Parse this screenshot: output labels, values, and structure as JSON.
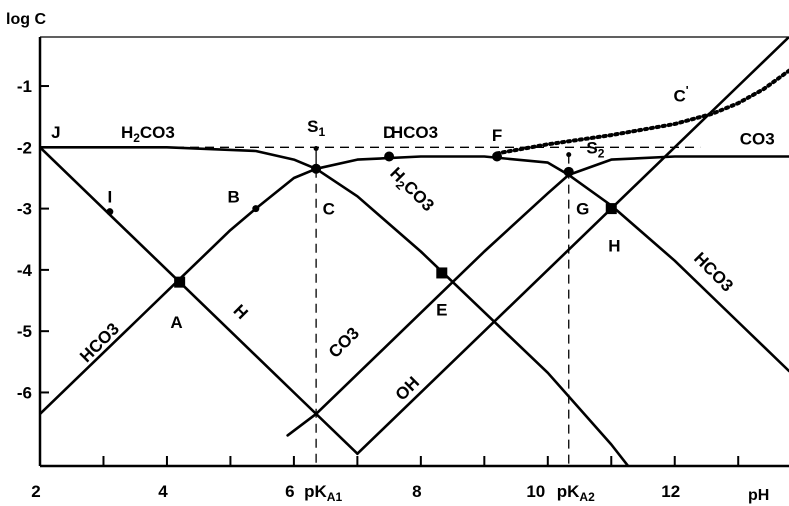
{
  "chart_data": {
    "type": "line",
    "title": "",
    "xlabel": "pH",
    "ylabel": "log C",
    "xlim": [
      2,
      13.8
    ],
    "ylim": [
      -7.2,
      -0.2
    ],
    "x_ticks": [
      2,
      4,
      6,
      8,
      10,
      12
    ],
    "x_minor_ticks": [
      3,
      5,
      7,
      9,
      11,
      13
    ],
    "y_ticks": [
      -1,
      -2,
      -3,
      -4,
      -5,
      -6
    ],
    "pKa_labels": {
      "pKa1": "pKA1",
      "pKa2": "pKA2"
    },
    "series": [
      {
        "name": "H2CO3",
        "points": [
          [
            2,
            -2.0
          ],
          [
            4,
            -2.0
          ],
          [
            5.4,
            -2.06
          ],
          [
            6.0,
            -2.2
          ],
          [
            6.35,
            -2.35
          ],
          [
            7.0,
            -2.8
          ],
          [
            8.0,
            -3.7
          ],
          [
            9.0,
            -4.69
          ],
          [
            10.0,
            -5.68
          ],
          [
            11.0,
            -6.85
          ],
          [
            11.4,
            -7.38
          ]
        ]
      },
      {
        "name": "HCO3",
        "points": [
          [
            2,
            -6.35
          ],
          [
            3.5,
            -4.85
          ],
          [
            4.2,
            -4.15
          ],
          [
            5.0,
            -3.35
          ],
          [
            5.4,
            -3.0
          ],
          [
            6.0,
            -2.5
          ],
          [
            6.35,
            -2.35
          ],
          [
            7.0,
            -2.2
          ],
          [
            8.0,
            -2.15
          ],
          [
            9.0,
            -2.15
          ],
          [
            10.0,
            -2.25
          ],
          [
            10.33,
            -2.45
          ],
          [
            11.0,
            -2.95
          ],
          [
            12.0,
            -3.85
          ],
          [
            13.0,
            -4.85
          ],
          [
            13.8,
            -5.65
          ]
        ]
      },
      {
        "name": "CO3",
        "points": [
          [
            5.9,
            -6.7
          ],
          [
            6.35,
            -6.35
          ],
          [
            7.0,
            -5.7
          ],
          [
            8.0,
            -4.7
          ],
          [
            9.0,
            -3.7
          ],
          [
            10.0,
            -2.75
          ],
          [
            10.33,
            -2.45
          ],
          [
            11.0,
            -2.2
          ],
          [
            12.0,
            -2.15
          ],
          [
            13.8,
            -2.15
          ]
        ]
      },
      {
        "name": "H",
        "points": [
          [
            2,
            -2.0
          ],
          [
            4.2,
            -4.2
          ],
          [
            6.0,
            -6.0
          ],
          [
            7.0,
            -7.0
          ]
        ]
      },
      {
        "name": "OH",
        "points": [
          [
            7.0,
            -7.0
          ],
          [
            9.0,
            -5.0
          ],
          [
            11.0,
            -3.0
          ],
          [
            12.0,
            -2.0
          ],
          [
            13.0,
            -1.0
          ],
          [
            13.8,
            -0.2
          ]
        ]
      },
      {
        "name": "C'",
        "dashed": true,
        "points": [
          [
            9.2,
            -2.1
          ],
          [
            10.0,
            -1.95
          ],
          [
            11.0,
            -1.8
          ],
          [
            12.0,
            -1.62
          ],
          [
            12.6,
            -1.45
          ],
          [
            13.0,
            -1.28
          ],
          [
            13.4,
            -1.05
          ],
          [
            13.8,
            -0.75
          ]
        ]
      }
    ],
    "curve_labels": [
      {
        "text": "H2CO3",
        "x": 3.7,
        "y": -1.85,
        "rotate": 0
      },
      {
        "text": "HCO3",
        "x": 7.9,
        "y": -1.85,
        "rotate": 0
      },
      {
        "text": "H2CO3",
        "x": 7.8,
        "y": -2.75,
        "rotate": 45
      },
      {
        "text": "HCO3",
        "x": 3.0,
        "y": -5.25,
        "rotate": -45
      },
      {
        "text": "H",
        "x": 5.1,
        "y": -4.75,
        "rotate": 45
      },
      {
        "text": "CO3",
        "x": 6.85,
        "y": -5.25,
        "rotate": -45
      },
      {
        "text": "OH",
        "x": 7.85,
        "y": -6.0,
        "rotate": -45
      },
      {
        "text": "HCO3",
        "x": 12.55,
        "y": -4.1,
        "rotate": 45
      },
      {
        "text": "CO3",
        "x": 13.3,
        "y": -1.95,
        "rotate": 0
      },
      {
        "text": "C'",
        "x": 12.1,
        "y": -1.25,
        "rotate": 0
      }
    ],
    "points": [
      {
        "label": "A",
        "x": 4.2,
        "y": -4.2,
        "marker": "square",
        "lx": 4.15,
        "ly": -4.85
      },
      {
        "label": "B",
        "x": 5.4,
        "y": -3.0,
        "marker": "dot",
        "lx": 5.05,
        "ly": -2.8
      },
      {
        "label": "C",
        "x": 6.35,
        "y": -2.35,
        "marker": "dot-large",
        "lx": 6.55,
        "ly": -3.0
      },
      {
        "label": "D",
        "x": 7.5,
        "y": -2.15,
        "marker": "dot-large",
        "lx": 7.5,
        "ly": -1.75
      },
      {
        "label": "E",
        "x": 8.33,
        "y": -4.05,
        "marker": "square",
        "lx": 8.33,
        "ly": -4.65
      },
      {
        "label": "F",
        "x": 9.2,
        "y": -2.15,
        "marker": "dot-large",
        "lx": 9.2,
        "ly": -1.8
      },
      {
        "label": "G",
        "x": 10.33,
        "y": -2.4,
        "marker": "dot-large",
        "lx": 10.55,
        "ly": -3.0
      },
      {
        "label": "H",
        "x": 11.0,
        "y": -3.0,
        "marker": "square",
        "lx": 11.05,
        "ly": -3.6
      },
      {
        "label": "I",
        "x": 3.1,
        "y": -3.05,
        "marker": "dot",
        "lx": 3.1,
        "ly": -2.8
      },
      {
        "label": "J",
        "x": 2.0,
        "y": -2.0,
        "marker": "none",
        "lx": 2.25,
        "ly": -1.75
      },
      {
        "label": "S1",
        "x": 6.35,
        "y": -2.02,
        "marker": "tiny",
        "lx": 6.35,
        "ly": -1.65
      },
      {
        "label": "S2",
        "x": 10.33,
        "y": -2.12,
        "marker": "tiny",
        "lx": 10.75,
        "ly": -2.0
      }
    ],
    "guides": [
      {
        "x1": 2.0,
        "y1": -2.0,
        "x2": 12.4,
        "y2": -2.0,
        "dashed": true
      },
      {
        "x1": 6.35,
        "y1": -2.35,
        "x2": 6.35,
        "y2": -7.2,
        "dashed": true
      },
      {
        "x1": 10.33,
        "y1": -2.12,
        "x2": 10.33,
        "y2": -7.2,
        "dashed": true
      },
      {
        "x1": 6.35,
        "y1": -2.02,
        "x2": 6.35,
        "y2": -2.35,
        "dashed": false
      }
    ],
    "grid": false,
    "legend": "none"
  }
}
